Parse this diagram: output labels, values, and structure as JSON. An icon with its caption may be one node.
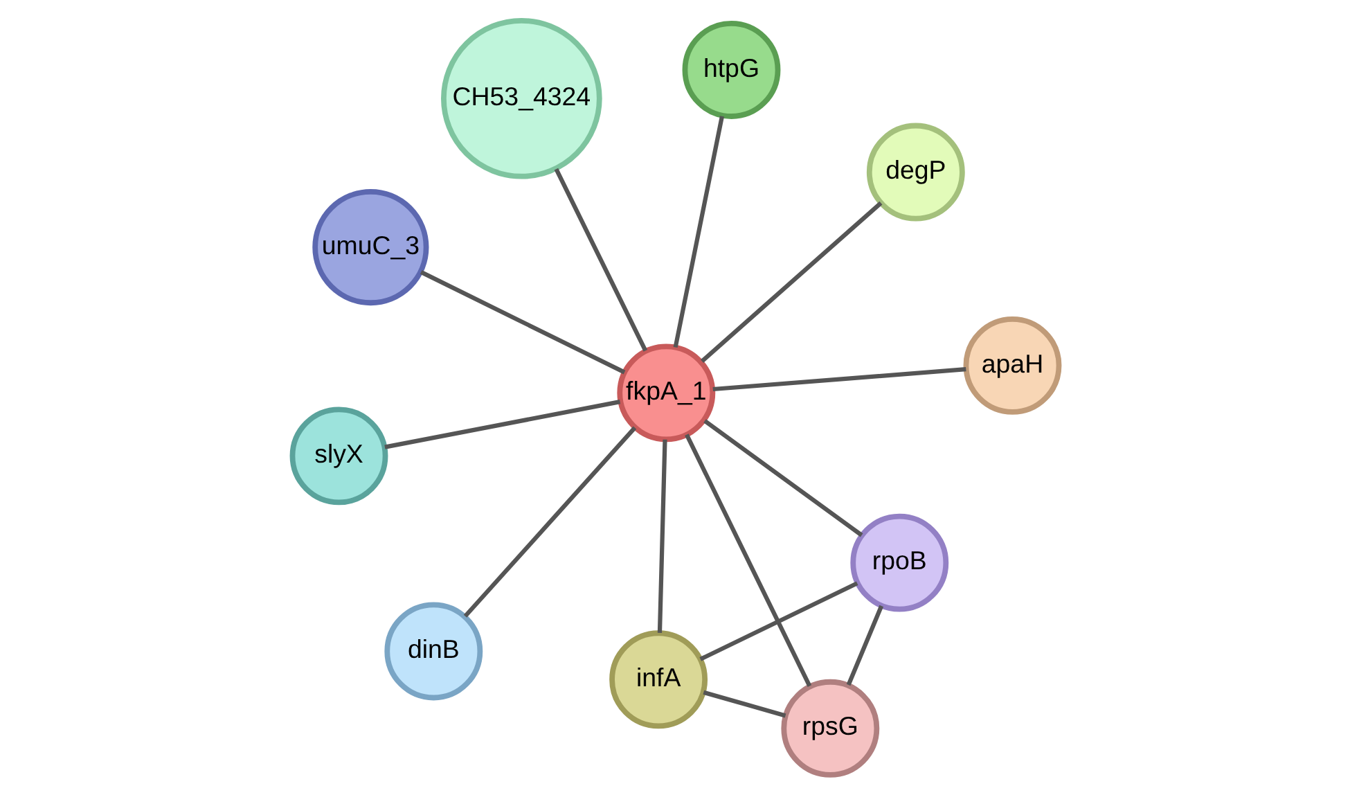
{
  "diagram": {
    "nodes": [
      {
        "text": [
          "umuC_3"
        ]
      },
      {
        "text": [
          "degP"
        ]
      },
      {
        "text": [
          "dinB"
        ]
      },
      {
        "text": [
          "CH53_4324"
        ]
      },
      {
        "text": [
          "htpG"
        ]
      },
      {
        "text": [
          "fkpA_1"
        ]
      },
      {
        "text": [
          "slyX"
        ]
      },
      {
        "text": [
          "apaH"
        ]
      },
      {
        "text": [
          "infA"
        ]
      },
      {
        "text": [
          "rpsG"
        ]
      },
      {
        "text": [
          "rpoB"
        ]
      }
    ],
    "edges": [
      {
        "from": 5,
        "to": 0,
        "arrow": "none"
      },
      {
        "from": 5,
        "to": 1,
        "arrow": "none"
      },
      {
        "from": 5,
        "to": 2,
        "arrow": "none"
      },
      {
        "from": 5,
        "to": 3,
        "arrow": "none"
      },
      {
        "from": 5,
        "to": 4,
        "arrow": "none"
      },
      {
        "from": 5,
        "to": 6,
        "arrow": "none"
      },
      {
        "from": 5,
        "to": 7,
        "arrow": "none"
      },
      {
        "from": 5,
        "to": 8,
        "arrow": "none"
      },
      {
        "from": 5,
        "to": 9,
        "arrow": "none"
      },
      {
        "from": 5,
        "to": 10,
        "arrow": "none"
      },
      {
        "from": 8,
        "to": 9,
        "arrow": "none"
      },
      {
        "from": 8,
        "to": 10,
        "arrow": "none"
      },
      {
        "from": 9,
        "to": 10,
        "arrow": "none"
      }
    ]
  }
}
